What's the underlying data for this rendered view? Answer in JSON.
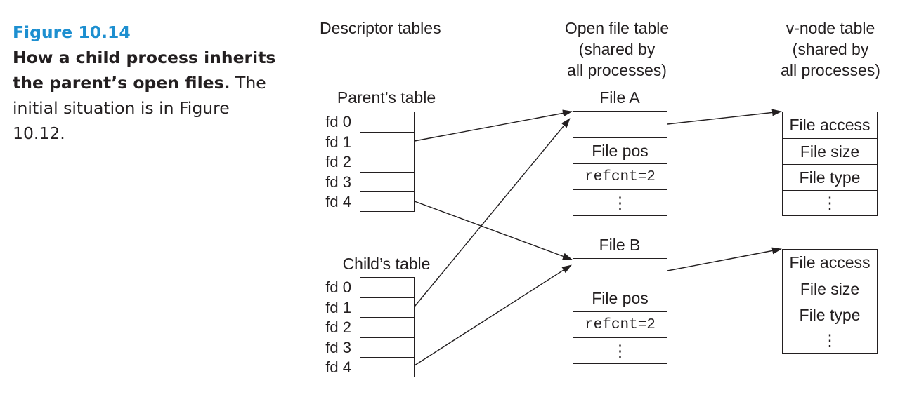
{
  "caption": {
    "figure_number": "Figure 10.14",
    "title": "How a child process inherits the parent’s open files.",
    "text": " The initial situation is in Figure 10.12."
  },
  "headers": {
    "descriptor_tables": "Descriptor tables",
    "open_file_table": [
      "Open file table",
      "(shared by",
      "all processes)"
    ],
    "vnode_table": [
      "v-node table",
      "(shared by",
      "all processes)"
    ]
  },
  "parent_table": {
    "title": "Parent’s table",
    "fds": [
      "fd 0",
      "fd 1",
      "fd 2",
      "fd 3",
      "fd 4"
    ]
  },
  "child_table": {
    "title": "Child’s table",
    "fds": [
      "fd 0",
      "fd 1",
      "fd 2",
      "fd 3",
      "fd 4"
    ]
  },
  "file_a": {
    "title": "File A",
    "rows": [
      "",
      "File pos",
      "refcnt=2",
      "⋮"
    ]
  },
  "file_b": {
    "title": "File B",
    "rows": [
      "",
      "File pos",
      "refcnt=2",
      "⋮"
    ]
  },
  "vnode_a": {
    "rows": [
      "File access",
      "File size",
      "File type",
      "⋮"
    ]
  },
  "vnode_b": {
    "rows": [
      "File access",
      "File size",
      "File type",
      "⋮"
    ]
  },
  "edges": [
    {
      "from": "parent-fd1",
      "to": "file-a"
    },
    {
      "from": "parent-fd4",
      "to": "file-b"
    },
    {
      "from": "child-fd1",
      "to": "file-a"
    },
    {
      "from": "child-fd4",
      "to": "file-b"
    },
    {
      "from": "file-a",
      "to": "vnode-a"
    },
    {
      "from": "file-b",
      "to": "vnode-b"
    }
  ]
}
